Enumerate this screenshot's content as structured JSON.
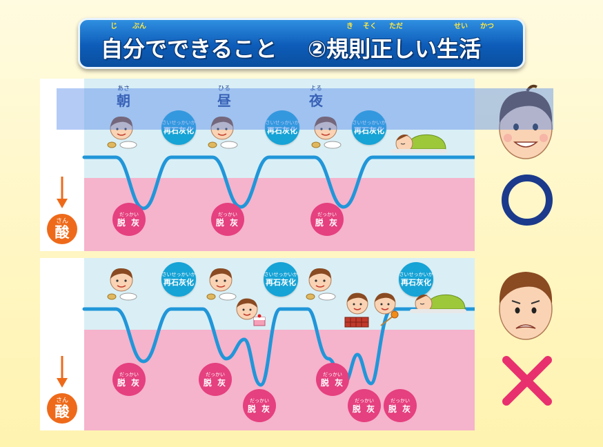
{
  "title": {
    "part1": "自分でできること",
    "part2": "②規則正しい生活",
    "ruby": {
      "ji": "じ",
      "bun": "ぶん",
      "ki": "き",
      "soku": "そく",
      "tada": "ただ",
      "sei": "せい",
      "katsu": "かつ"
    }
  },
  "acid_label": {
    "kanji": "酸",
    "ruby": "さん"
  },
  "times": [
    {
      "kanji": "朝",
      "ruby": "あさ"
    },
    {
      "kanji": "昼",
      "ruby": "ひる"
    },
    {
      "kanji": "夜",
      "ruby": "よる"
    }
  ],
  "remineralization_label": {
    "kanji": "再石灰化",
    "ruby": "さいせっかいか"
  },
  "demineralization_label": {
    "kanji": "脱 灰",
    "ruby": "だっかい"
  },
  "verdict_good_symbol": "○",
  "verdict_bad_symbol": "×",
  "colors": {
    "title_blue": "#0d5cb8",
    "upper_band": "#d9eff5",
    "lower_band": "#f5b3cc",
    "curve": "#2196d9",
    "remin_bubble": "#16a3d6",
    "demin_bubble": "#e5407f",
    "acid_orange": "#ee6a1a",
    "circle_mark": "#1b3a8c",
    "cross_mark": "#e8306e"
  },
  "icons": [
    "child-eating-icon",
    "child-snack-icon",
    "sleeping-child-icon",
    "happy-face-icon",
    "worried-face-icon",
    "chocolate-icon",
    "candy-icon",
    "cake-icon"
  ]
}
